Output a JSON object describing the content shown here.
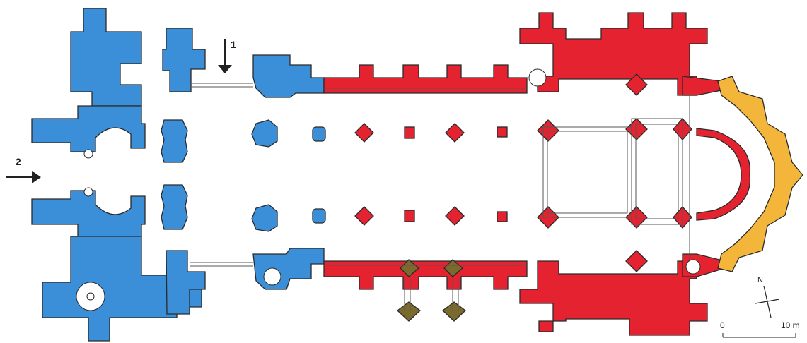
{
  "arrows": {
    "entrance_1": "1",
    "entrance_2": "2"
  },
  "compass": {
    "north_label": "N"
  },
  "scale_bar": {
    "start_label": "0",
    "end_label": "10 m"
  },
  "colors": {
    "blue_phase": "#3b8fd8",
    "red_phase": "#e52330",
    "yellow_phase": "#f3b63a",
    "olive_phase": "#7a6a2e",
    "outline": "#2a2a2a"
  }
}
